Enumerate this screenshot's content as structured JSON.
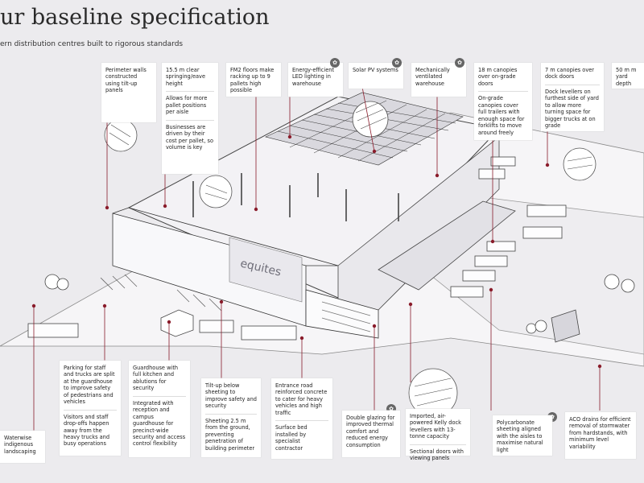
{
  "header": {
    "title": "ur baseline specification",
    "subtitle": "ern distribution centres built to rigorous standards"
  },
  "brand": {
    "logo_text": "equites"
  },
  "colors": {
    "accent": "#8a1c2b",
    "line": "#555555",
    "background": "#ecebee"
  },
  "icons": {
    "eco": "leaf-icon"
  },
  "callouts_top": [
    {
      "id": "walls",
      "paras": [
        "Perimeter walls constructed using tilt-up panels"
      ]
    },
    {
      "id": "height",
      "paras": [
        "15.5 m clear springing/eave height",
        "Allows for more pallet positions per aisle",
        "Businesses are driven by their cost per pallet, so volume is key"
      ]
    },
    {
      "id": "floors",
      "paras": [
        "FM2 floors make racking up to 9 pallets high possible"
      ]
    },
    {
      "id": "led",
      "paras": [
        "Energy-efficient LED lighting in warehouse"
      ]
    },
    {
      "id": "solar",
      "paras": [
        "Solar PV systems"
      ]
    },
    {
      "id": "ventilated",
      "paras": [
        "Mechanically ventilated warehouse"
      ]
    },
    {
      "id": "canopies18",
      "paras": [
        "18 m canopies over on-grade doors",
        "On-grade canopies cover full trailers with enough space for forklifts to move around freely"
      ]
    },
    {
      "id": "canopies7",
      "paras": [
        "7 m canopies over dock doors",
        "Dock levellers on furthest side of yard to allow more turning space for bigger trucks at on grade"
      ]
    },
    {
      "id": "yard",
      "paras": [
        "50 m m yard depth"
      ]
    }
  ],
  "callouts_bottom": [
    {
      "id": "waterwise",
      "paras": [
        "Waterwise indigenous landscaping"
      ]
    },
    {
      "id": "parking",
      "paras": [
        "Parking for staff and trucks are split at the guardhouse to improve safety of pedestrians and vehicles",
        "Visitors and staff drop-offs happen away from the heavy trucks and busy operations"
      ]
    },
    {
      "id": "guardhouse",
      "paras": [
        "Guardhouse with full kitchen and ablutions for security",
        "Integrated with reception and campus guardhouse for precinct-wide security and access control flexibility"
      ]
    },
    {
      "id": "tiltup",
      "paras": [
        "Tilt-up below sheeting to improve safety and security",
        "Sheeting 2.5 m from the ground, preventing penetration of building perimeter"
      ]
    },
    {
      "id": "road",
      "paras": [
        "Entrance road reinforced concrete to cater for heavy vehicles and high traffic",
        "Surface bed installed by specialist contractor"
      ]
    },
    {
      "id": "glazing",
      "paras": [
        "Double glazing for improved thermal comfort and reduced energy consumption"
      ]
    },
    {
      "id": "levellers",
      "paras": [
        "Imported, air-powered Kelly dock levellers with 13-tonne capacity",
        "Sectional doors with viewing panels"
      ]
    },
    {
      "id": "polycarbonate",
      "paras": [
        "Polycarbonate sheeting aligned with the aisles to maximise natural light"
      ]
    },
    {
      "id": "aco",
      "paras": [
        "ACO drains for efficient removal of stormwater from hardstands, with minimum level variability"
      ]
    }
  ]
}
